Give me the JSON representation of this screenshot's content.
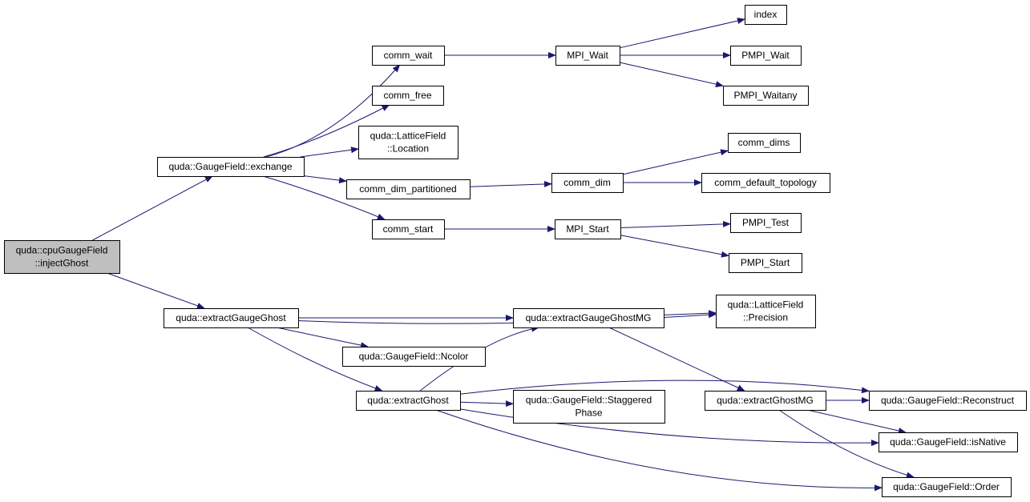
{
  "colors": {
    "edge": "#191970",
    "node_fill": "#ffffff",
    "root_fill": "#bfbfbf",
    "node_border": "#000000"
  },
  "root": "inject_ghost",
  "nodes": [
    {
      "id": "inject_ghost",
      "lines": [
        "quda::cpuGaugeField",
        "::injectGhost"
      ]
    },
    {
      "id": "exchange",
      "lines": [
        "quda::GaugeField::exchange"
      ]
    },
    {
      "id": "extract_gauge_ghost",
      "lines": [
        "quda::extractGaugeGhost"
      ]
    },
    {
      "id": "comm_wait",
      "lines": [
        "comm_wait"
      ]
    },
    {
      "id": "comm_free",
      "lines": [
        "comm_free"
      ]
    },
    {
      "id": "location",
      "lines": [
        "quda::LatticeField",
        "::Location"
      ]
    },
    {
      "id": "comm_dim_partitioned",
      "lines": [
        "comm_dim_partitioned"
      ]
    },
    {
      "id": "comm_start",
      "lines": [
        "comm_start"
      ]
    },
    {
      "id": "mpi_wait",
      "lines": [
        "MPI_Wait"
      ]
    },
    {
      "id": "index",
      "lines": [
        "index"
      ]
    },
    {
      "id": "pmpi_wait",
      "lines": [
        "PMPI_Wait"
      ]
    },
    {
      "id": "pmpi_waitany",
      "lines": [
        "PMPI_Waitany"
      ]
    },
    {
      "id": "comm_dim",
      "lines": [
        "comm_dim"
      ]
    },
    {
      "id": "comm_dims",
      "lines": [
        "comm_dims"
      ]
    },
    {
      "id": "comm_default_topology",
      "lines": [
        "comm_default_topology"
      ]
    },
    {
      "id": "mpi_start",
      "lines": [
        "MPI_Start"
      ]
    },
    {
      "id": "pmpi_test",
      "lines": [
        "PMPI_Test"
      ]
    },
    {
      "id": "pmpi_start",
      "lines": [
        "PMPI_Start"
      ]
    },
    {
      "id": "extract_gauge_ghost_mg",
      "lines": [
        "quda::extractGaugeGhostMG"
      ]
    },
    {
      "id": "precision",
      "lines": [
        "quda::LatticeField",
        "::Precision"
      ]
    },
    {
      "id": "ncolor",
      "lines": [
        "quda::GaugeField::Ncolor"
      ]
    },
    {
      "id": "extract_ghost",
      "lines": [
        "quda::extractGhost"
      ]
    },
    {
      "id": "staggered_phase",
      "lines": [
        "quda::GaugeField::Staggered",
        "Phase"
      ]
    },
    {
      "id": "extract_ghost_mg",
      "lines": [
        "quda::extractGhostMG"
      ]
    },
    {
      "id": "reconstruct",
      "lines": [
        "quda::GaugeField::Reconstruct"
      ]
    },
    {
      "id": "is_native",
      "lines": [
        "quda::GaugeField::isNative"
      ]
    },
    {
      "id": "order",
      "lines": [
        "quda::GaugeField::Order"
      ]
    }
  ],
  "edges": [
    [
      "inject_ghost",
      "exchange"
    ],
    [
      "inject_ghost",
      "extract_gauge_ghost"
    ],
    [
      "exchange",
      "comm_wait"
    ],
    [
      "exchange",
      "comm_free"
    ],
    [
      "exchange",
      "location"
    ],
    [
      "exchange",
      "comm_dim_partitioned"
    ],
    [
      "exchange",
      "comm_start"
    ],
    [
      "comm_wait",
      "mpi_wait"
    ],
    [
      "mpi_wait",
      "index"
    ],
    [
      "mpi_wait",
      "pmpi_wait"
    ],
    [
      "mpi_wait",
      "pmpi_waitany"
    ],
    [
      "comm_dim_partitioned",
      "comm_dim"
    ],
    [
      "comm_dim",
      "comm_dims"
    ],
    [
      "comm_dim",
      "comm_default_topology"
    ],
    [
      "comm_start",
      "mpi_start"
    ],
    [
      "mpi_start",
      "pmpi_test"
    ],
    [
      "mpi_start",
      "pmpi_start"
    ],
    [
      "extract_gauge_ghost",
      "precision"
    ],
    [
      "extract_gauge_ghost",
      "extract_gauge_ghost_mg"
    ],
    [
      "extract_gauge_ghost",
      "ncolor"
    ],
    [
      "extract_gauge_ghost",
      "extract_ghost"
    ],
    [
      "extract_gauge_ghost_mg",
      "precision"
    ],
    [
      "extract_gauge_ghost_mg",
      "extract_ghost_mg"
    ],
    [
      "extract_ghost",
      "extract_gauge_ghost_mg"
    ],
    [
      "extract_ghost",
      "reconstruct"
    ],
    [
      "extract_ghost",
      "staggered_phase"
    ],
    [
      "extract_ghost",
      "is_native"
    ],
    [
      "extract_ghost",
      "order"
    ],
    [
      "extract_ghost_mg",
      "reconstruct"
    ],
    [
      "extract_ghost_mg",
      "is_native"
    ],
    [
      "extract_ghost_mg",
      "order"
    ]
  ]
}
